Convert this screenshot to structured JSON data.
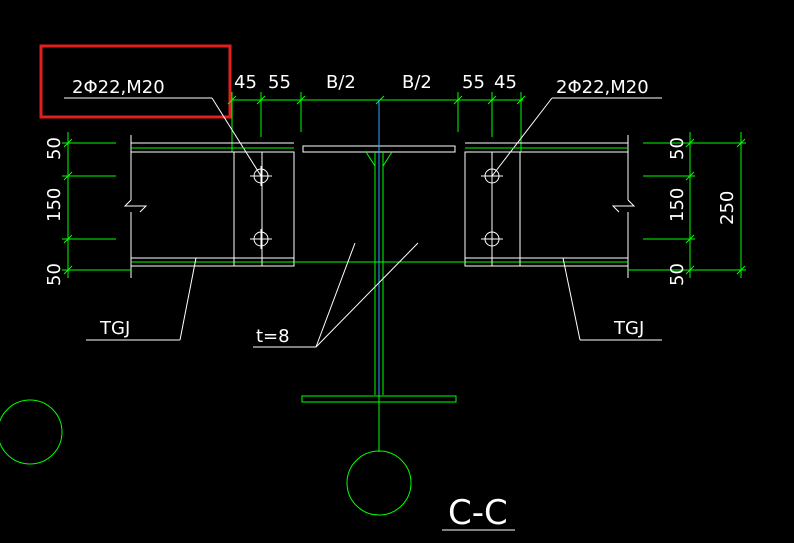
{
  "labels": {
    "bolt_left": "2Φ22,M20",
    "bolt_right": "2Φ22,M20",
    "thickness": "t=8",
    "tgj_left": "TGJ",
    "tgj_right": "TGJ",
    "section": "C-C"
  },
  "dims_top": {
    "d45_left": "45",
    "d55_left": "55",
    "b2_left": "B/2",
    "b2_right": "B/2",
    "d55_right": "55",
    "d45_right": "45"
  },
  "dims_left": {
    "top": "50",
    "mid": "150",
    "bottom": "50"
  },
  "dims_right": {
    "top": "50",
    "mid": "150",
    "bottom": "50",
    "total": "250"
  },
  "colors": {
    "background": "#000000",
    "dimension_lines": "#00ff00",
    "object_lines": "#ffffff",
    "centerline": "#2aa7ff",
    "highlight_box": "#e0201c"
  }
}
